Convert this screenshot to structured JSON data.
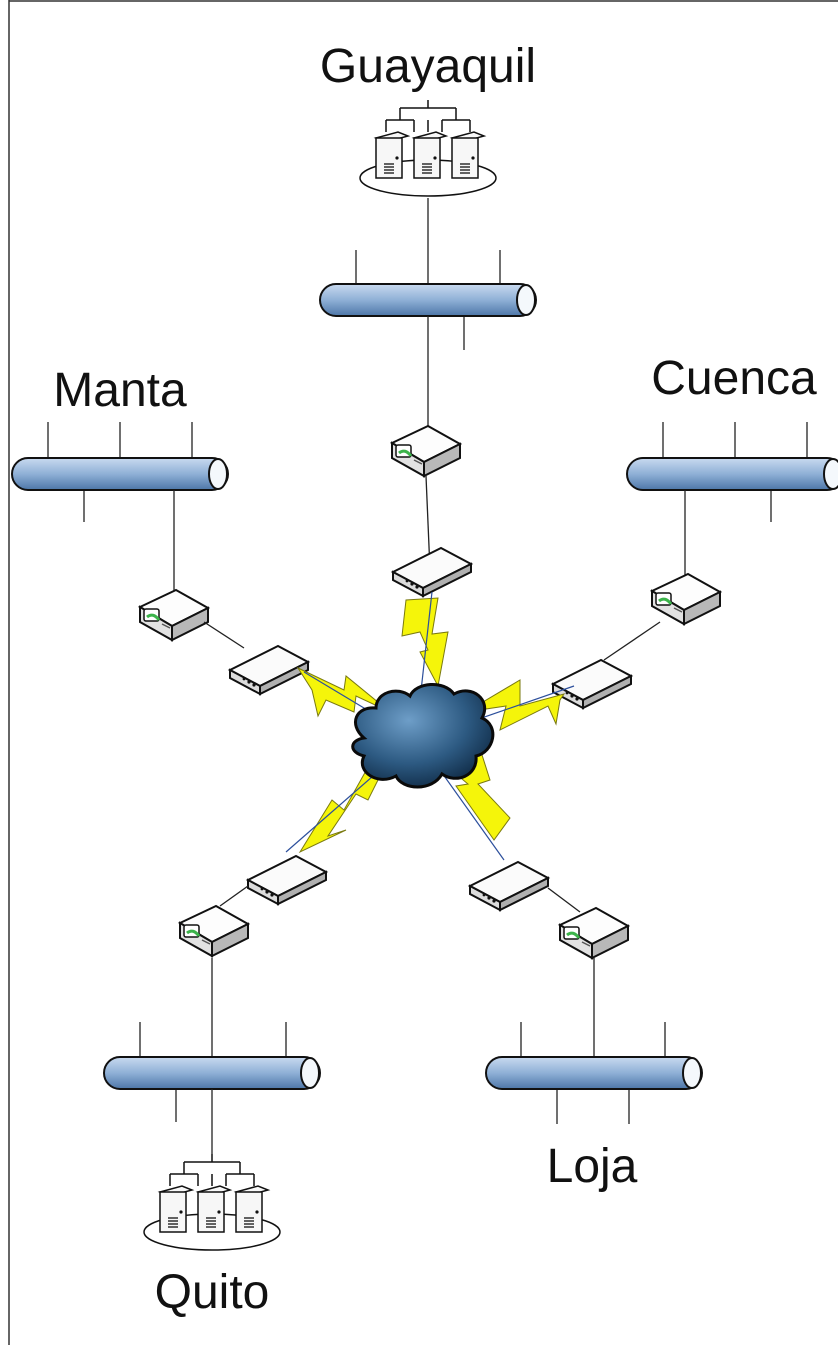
{
  "sites": {
    "guayaquil": {
      "label": "Guayaquil"
    },
    "manta": {
      "label": "Manta"
    },
    "cuenca": {
      "label": "Cuenca"
    },
    "quito": {
      "label": "Quito"
    },
    "loja": {
      "label": "Loja"
    }
  },
  "colors": {
    "bus_fill": "#8fb0d6",
    "cloud_fill": "#2d5a82",
    "lightning_fill": "#f5f50a",
    "modem_fill": "#f2f2f2",
    "router_accent": "#3cb44b"
  },
  "icons": {
    "server_cluster": "server-cluster-icon",
    "bus": "ethernet-bus-icon",
    "router": "router-icon",
    "modem": "modem-icon",
    "link": "lightning-link-icon",
    "cloud": "wan-cloud-icon"
  }
}
